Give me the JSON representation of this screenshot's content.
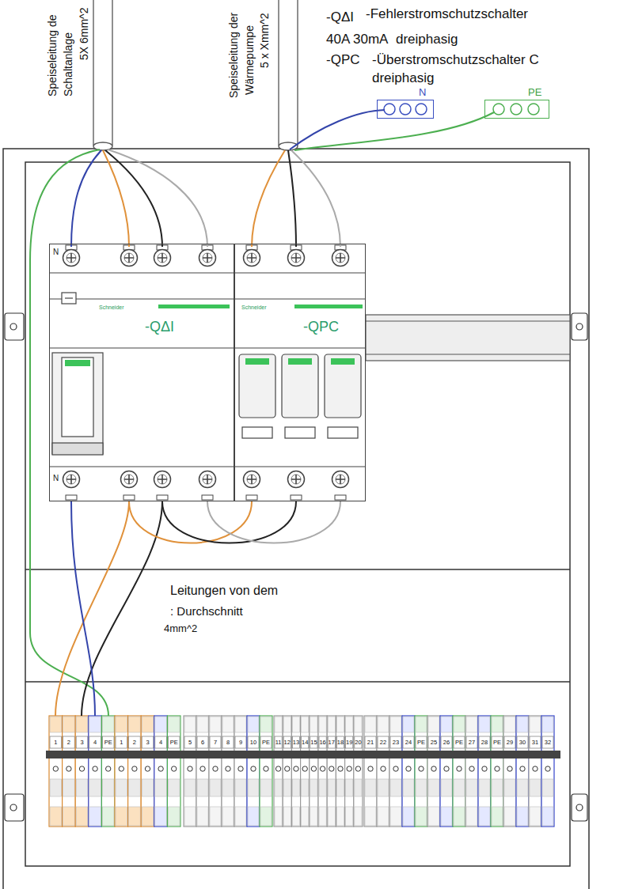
{
  "diagram": {
    "nodes": [
      {
        "text": [
          "N",
          "Schneider",
          "-QΔI",
          "N"
        ]
      },
      {
        "text": [
          "Schneider",
          "-QPC"
        ]
      },
      {
        "text": [
          "N"
        ]
      },
      {
        "text": [
          "PE"
        ]
      }
    ],
    "edges": [
      {
        "from": 0,
        "to": 1,
        "arrow": "none"
      },
      {
        "from": 0,
        "to": 1,
        "arrow": "none"
      },
      {
        "from": 0,
        "to": 1,
        "arrow": "none"
      }
    ],
    "labels": [
      "Speiseleitung de",
      "Schaltanlage",
      "5X 6mm^2",
      "Speiseleitung der",
      "Wärmepumpe",
      "5 x Xmm^2",
      "-QΔI",
      "-Fehlerstromschutzschalter",
      "40A 30mA",
      "dreiphasig",
      "-QPC",
      "-Überstromschutzschalter C",
      "dreiphasig",
      "Leitungen von dem",
      ": Durchschnitt",
      "4mm^2",
      "1",
      "2",
      "3",
      "4",
      "PE",
      "1",
      "2",
      "3",
      "4",
      "PE",
      "5",
      "6",
      "7",
      "8",
      "9",
      "10",
      "PE",
      "11",
      "12",
      "13",
      "14",
      "15",
      "16",
      "17",
      "18",
      "19",
      "20",
      "21",
      "22",
      "23",
      "24",
      "PE",
      "25",
      "26",
      "PE",
      "27",
      "28",
      "PE",
      "29",
      "30",
      "31",
      "32"
    ]
  }
}
